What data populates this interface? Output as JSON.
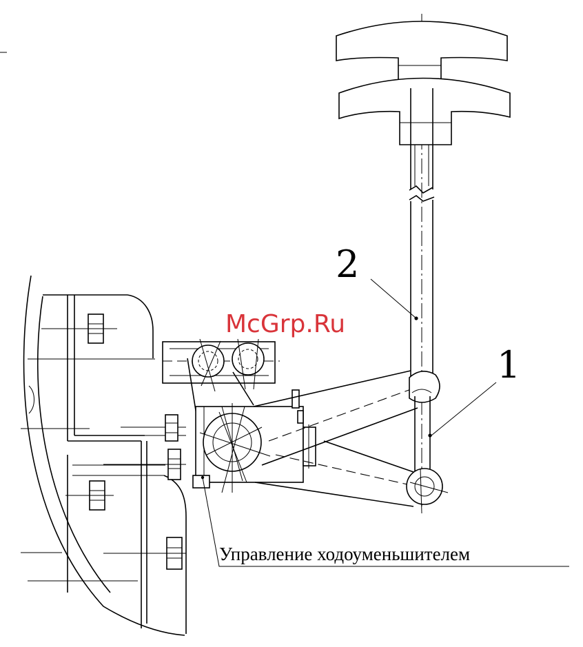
{
  "labels": {
    "part_1": "1",
    "part_2": "2",
    "caption": "Управление ходоуменьшителем"
  },
  "watermark": {
    "text": "McGrp.Ru",
    "color": "#d9343a"
  }
}
